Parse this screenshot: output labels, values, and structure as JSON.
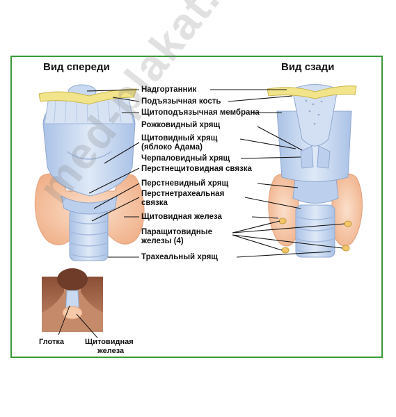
{
  "headings": {
    "front": "Вид спереди",
    "back": "Вид сзади"
  },
  "labels": [
    {
      "id": "epiglottis",
      "text": "Надгортанник"
    },
    {
      "id": "hyoid",
      "text": "Подъязычная кость"
    },
    {
      "id": "thyrohyoid-membrane",
      "text": "Щитоподъязычная мембрана"
    },
    {
      "id": "corniculate",
      "text": "Рожковидный хрящ"
    },
    {
      "id": "thyroid-cartilage",
      "text": "Щитовидный хрящ"
    },
    {
      "id": "thyroid-cartilage-2",
      "text": "(яблоко Адама)"
    },
    {
      "id": "arytenoid",
      "text": "Черпаловидный хрящ"
    },
    {
      "id": "cricothyroid-lig",
      "text": "Перстнещитовидная связка"
    },
    {
      "id": "cricoid",
      "text": "Перстневидный хрящ"
    },
    {
      "id": "cricotracheal",
      "text": "Перстнетрахеальная"
    },
    {
      "id": "cricotracheal-2",
      "text": "связка"
    },
    {
      "id": "thyroid-gland",
      "text": "Щитовидная железа"
    },
    {
      "id": "parathyroid",
      "text": "Паращитовидные"
    },
    {
      "id": "parathyroid-2",
      "text": "железы (4)"
    },
    {
      "id": "tracheal",
      "text": "Трахеальный хрящ"
    }
  ],
  "inset": {
    "pharynx": "Глотка",
    "thyroid": "Щитовидная",
    "thyroid_2": "железа"
  },
  "watermark": "med-plakat.ru",
  "colors": {
    "frame": "#3a9a3a",
    "cartilage": "#c9d9ef",
    "bone": "#f2e48a",
    "gland": "#f6c9a8",
    "skin": "#b9785a"
  }
}
